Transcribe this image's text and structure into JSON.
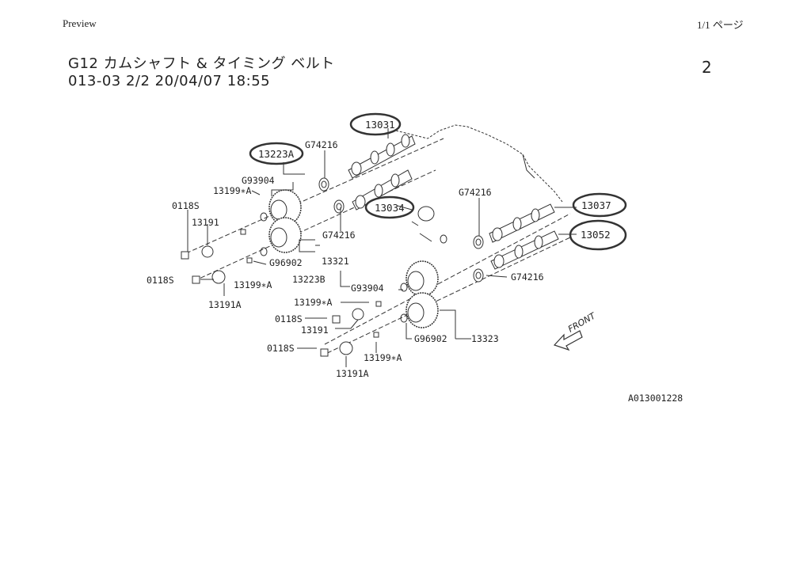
{
  "header": {
    "left": "Preview",
    "right": "1/1 ページ"
  },
  "title": {
    "line1": "G12 カムシャフト & タイミング ベルト",
    "line2": "013-03 2/2 20/04/07 18:55"
  },
  "page_number": "2",
  "diagram_code": "A013001228",
  "front_label": "FRONT",
  "parts": {
    "p13031": "13031",
    "p13223A": "13223A",
    "p13034": "13034",
    "p13037": "13037",
    "p13052": "13052",
    "g74216_a": "G74216",
    "g74216_b": "G74216",
    "g74216_c": "G74216",
    "g74216_d": "G74216",
    "g93904_a": "G93904",
    "g93904_b": "G93904",
    "p13199A_1": "13199∗A",
    "p13199A_2": "13199∗A",
    "p13199A_3": "13199∗A",
    "p13199A_4": "13199∗A",
    "p0118S_1": "0118S",
    "p0118S_2": "0118S",
    "p0118S_3": "0118S",
    "p0118S_4": "0118S",
    "p13191_1": "13191",
    "p13191_2": "13191",
    "p13191A_1": "13191A",
    "p13191A_2": "13191A",
    "g96902_a": "G96902",
    "g96902_b": "G96902",
    "p13321": "13321",
    "p13223B": "13223B",
    "p13323": "13323"
  }
}
